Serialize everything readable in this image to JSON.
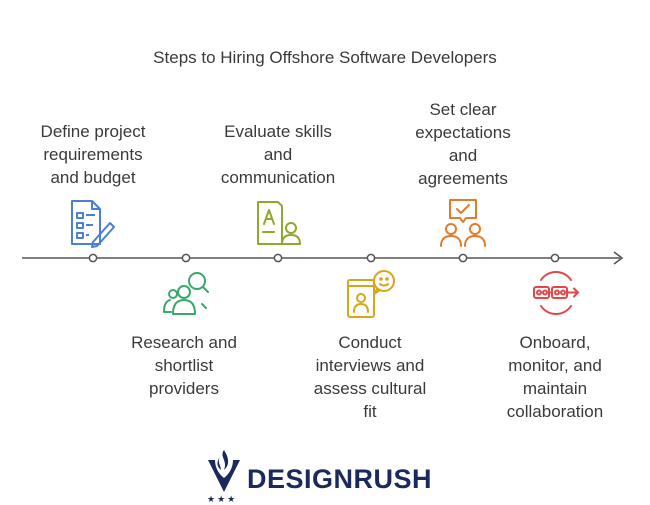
{
  "title": "Steps to Hiring Offshore Software Developers",
  "steps": [
    {
      "label": "Define project requirements and budget",
      "lines": [
        "Define project",
        "requirements",
        "and budget"
      ],
      "icon": "document-checklist-icon",
      "color": "#4a7fd4"
    },
    {
      "label": "Research and shortlist providers",
      "lines": [
        "Research and",
        "shortlist",
        "providers"
      ],
      "icon": "user-search-icon",
      "color": "#3aa86b"
    },
    {
      "label": "Evaluate skills and communication",
      "lines": [
        "Evaluate skills",
        "and",
        "communication"
      ],
      "icon": "skill-assessment-icon",
      "color": "#8cab2b"
    },
    {
      "label": "Conduct interviews and assess cultural fit",
      "lines": [
        "Conduct",
        "interviews and",
        "assess cultural",
        "fit"
      ],
      "icon": "interview-chat-icon",
      "color": "#d9a618"
    },
    {
      "label": "Set clear expectations and agreements",
      "lines": [
        "Set clear",
        "expectations",
        "and",
        "agreements"
      ],
      "icon": "meeting-agreement-icon",
      "color": "#e27b2b"
    },
    {
      "label": "Onboard, monitor, and maintain collaboration",
      "lines": [
        "Onboard,",
        "monitor, and",
        "maintain",
        "collaboration"
      ],
      "icon": "collaboration-link-icon",
      "color": "#e2474a"
    }
  ],
  "brand": {
    "name": "DESIGNRUSH",
    "stars": "★★★",
    "color": "#1b2a5c"
  }
}
